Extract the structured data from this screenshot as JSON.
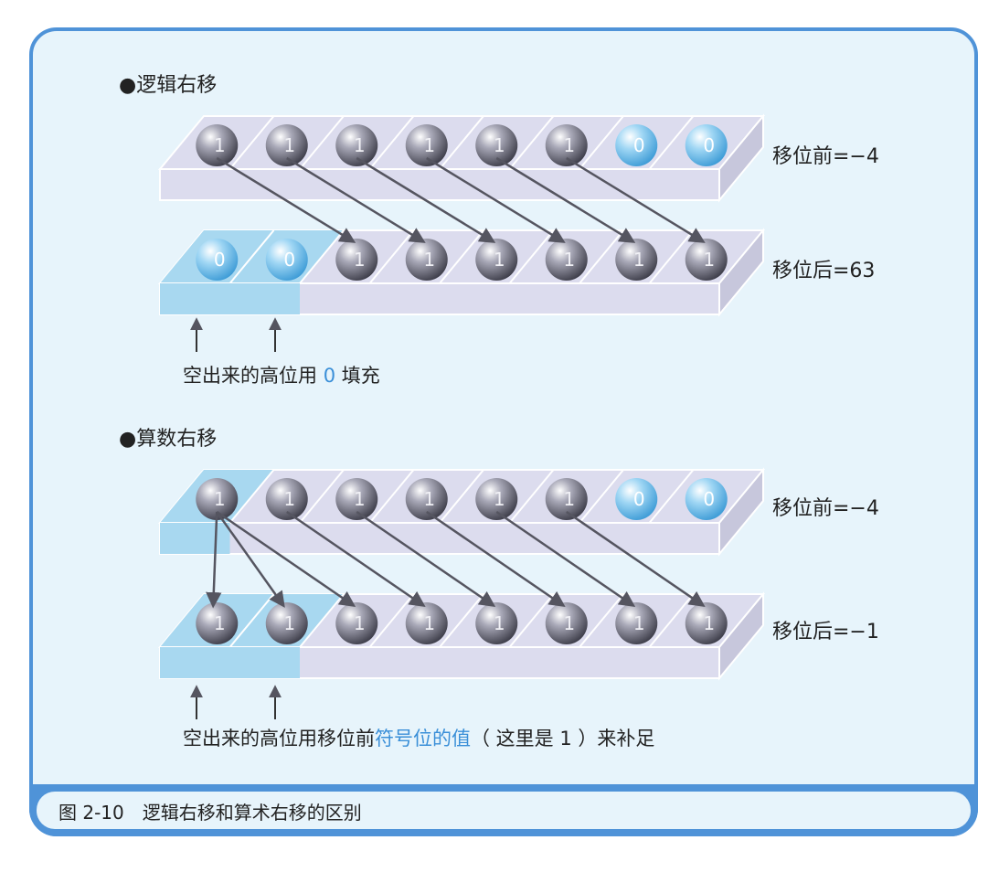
{
  "sections": [
    {
      "title": "●逻辑右移",
      "before_label": "移位前=−4",
      "after_label": "移位后=63",
      "before_bits": [
        "1",
        "1",
        "1",
        "1",
        "1",
        "1",
        "0",
        "0"
      ],
      "after_bits": [
        "0",
        "0",
        "1",
        "1",
        "1",
        "1",
        "1",
        "1"
      ],
      "note_prefix": "空出来的高位用 ",
      "note_highlight": "0",
      "note_suffix": " 填充"
    },
    {
      "title": "●算数右移",
      "before_label": "移位前=−4",
      "after_label": "移位后=−1",
      "before_bits": [
        "1",
        "1",
        "1",
        "1",
        "1",
        "1",
        "0",
        "0"
      ],
      "after_bits": [
        "1",
        "1",
        "1",
        "1",
        "1",
        "1",
        "1",
        "1"
      ],
      "note_prefix": "空出来的高位用移位前",
      "note_highlight": "符号位的值",
      "note_suffix": "（ 这里是 1 ）来补足"
    }
  ],
  "caption": {
    "figure_number": "图 2-10",
    "title": "逻辑右移和算术右移的区别"
  },
  "colors": {
    "frame": "#4f93d8",
    "panel_bg": "#e7f4fb",
    "tray": "#dcdcee",
    "tray_highlight": "#a8d8f0",
    "ball_one": "#6b6b7b",
    "ball_zero": "#5ab3e8",
    "arrow": "#555560",
    "highlight_text": "#3a8fd8"
  }
}
